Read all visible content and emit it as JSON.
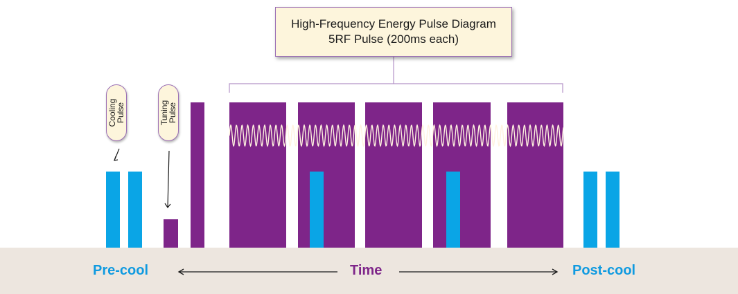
{
  "title": {
    "line1": "High-Frequency Energy Pulse Diagram",
    "line2": "5RF Pulse (200ms each)"
  },
  "callouts": {
    "cooling": {
      "line1": "Cooling",
      "line2": "Pulse"
    },
    "tuning": {
      "line1": "Tuning",
      "line2": "Pulse"
    }
  },
  "axis": {
    "left_label": "Pre-cool",
    "center_label": "Time",
    "right_label": "Post-cool"
  },
  "colors": {
    "cool_blue": "#0aa5e6",
    "rf_purple": "#7e2589",
    "floor": "#ede6df",
    "label_blue": "#0f9ae0",
    "label_purple": "#7e2589",
    "callout_fill": "#fdf5dc",
    "callout_border": "#9a6db5"
  }
}
